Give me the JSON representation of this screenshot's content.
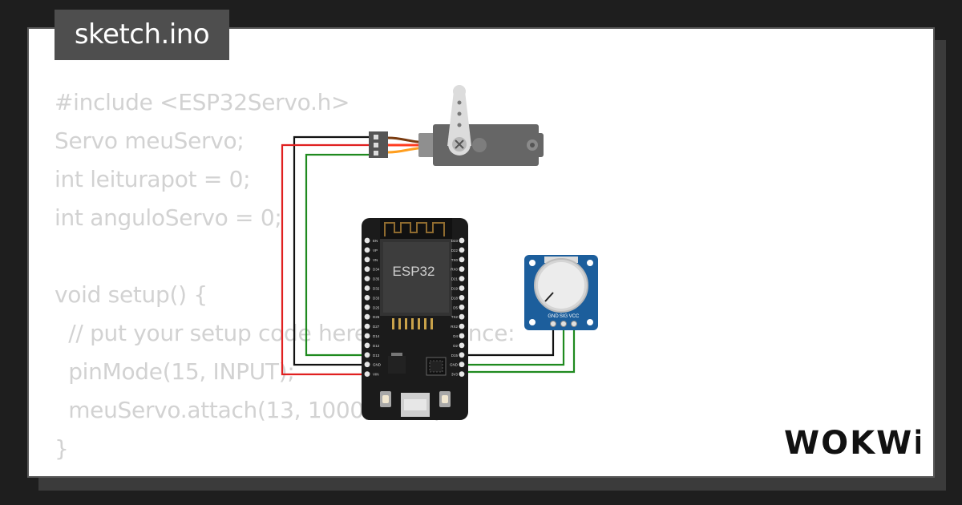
{
  "file_tab": {
    "label": "sketch.ino"
  },
  "code": {
    "lines": [
      "#include <ESP32Servo.h>",
      "Servo meuServo;",
      "int leiturapot = 0;",
      "int anguloServo = 0;",
      "",
      "void setup() {",
      "  // put your setup code here, to run once:",
      "  pinMode(15, INPUT);",
      "  meuServo.attach(13, 1000, 2000);",
      "}"
    ]
  },
  "board": {
    "chip_label": "ESP32",
    "left_pins": [
      "EN",
      "VP",
      "VN",
      "D34",
      "D35",
      "D32",
      "D33",
      "D25",
      "D26",
      "D27",
      "D14",
      "D12",
      "D13",
      "GND",
      "VIN"
    ],
    "right_pins": [
      "D23",
      "D22",
      "TX0",
      "RX0",
      "D21",
      "D19",
      "D18",
      "D5",
      "TX2",
      "RX2",
      "D4",
      "D2",
      "D15",
      "GND",
      "3V3"
    ]
  },
  "potentiometer": {
    "pin_labels": [
      "GND",
      "SIG",
      "VCC"
    ]
  },
  "brand": {
    "logo_text": "WOKWi"
  },
  "colors": {
    "wire_black": "#111111",
    "wire_red": "#e02020",
    "wire_green": "#1f8a1f",
    "board": "#1b1b1b",
    "pot_board": "#1c5e9c",
    "servo_body": "#666666"
  }
}
